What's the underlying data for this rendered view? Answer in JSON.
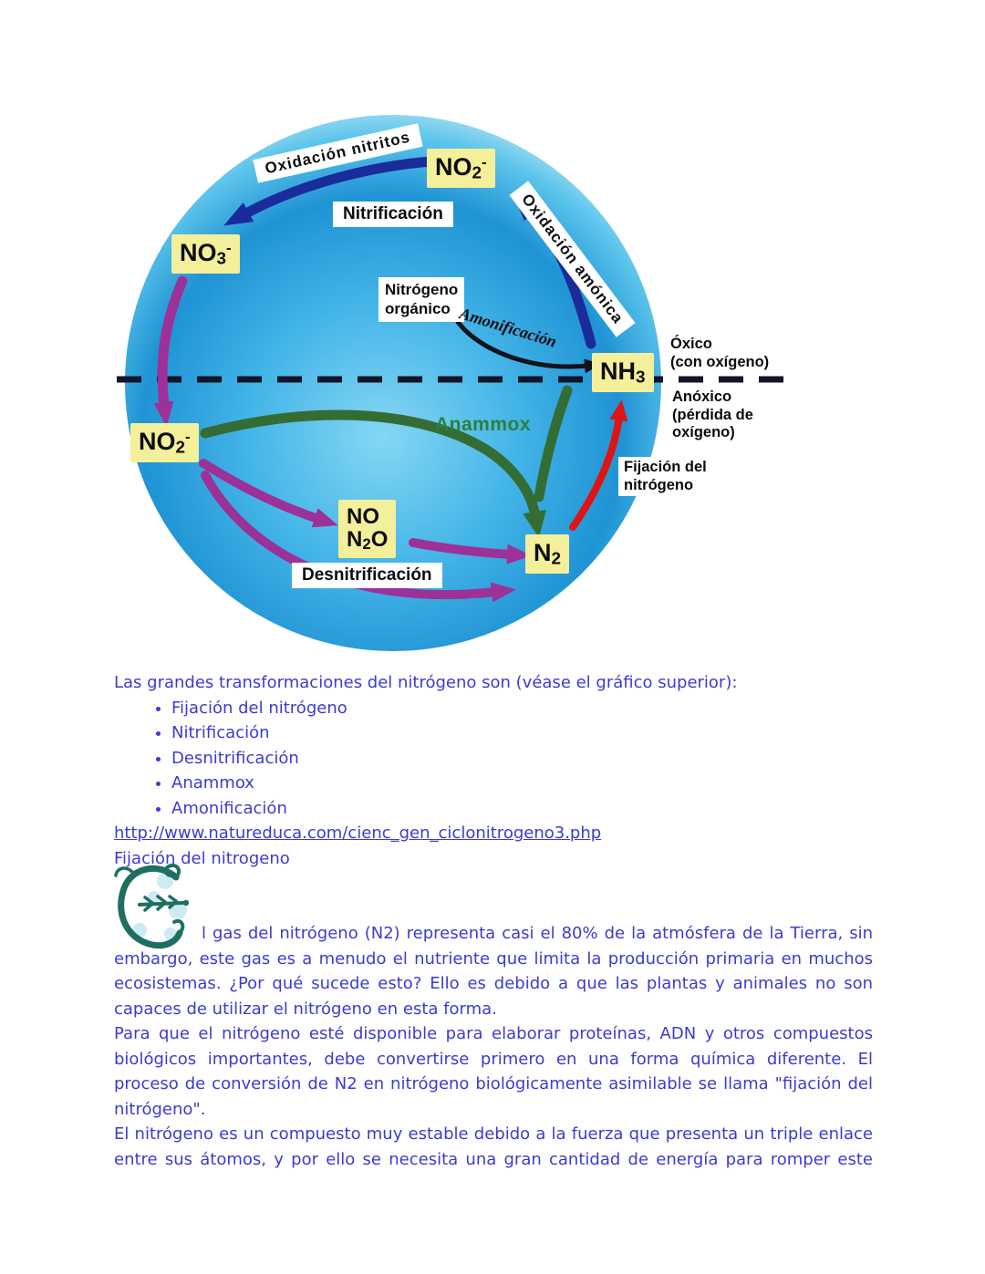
{
  "diagram": {
    "formulas": {
      "no2": {
        "base": "NO",
        "sub": "2",
        "sup": "-"
      },
      "no3": {
        "base": "NO",
        "sub": "3",
        "sup": "-"
      },
      "nh3": {
        "base": "NH",
        "sub": "3"
      },
      "no": {
        "base": "NO"
      },
      "n2o": {
        "base": "N",
        "sub": "2",
        "rest": "O"
      },
      "n2": {
        "base": "N",
        "sub": "2"
      }
    },
    "process_labels": {
      "oxidacion_nitritos": "Oxidación nitritos",
      "nitrificacion": "Nitrificación",
      "nitrogeno_organico_line1": "Nitrógeno",
      "nitrogeno_organico_line2": "orgánico",
      "amonificacion": "Amonificación",
      "oxidacion_amonica": "Oxidación amónica",
      "anammox": "Anammox",
      "desnitrificacion": "Desnitrificación"
    },
    "side_labels": {
      "oxico_line1": "Óxico",
      "oxico_line2": "(con oxígeno)",
      "anoxico_line1": "Anóxico",
      "anoxico_line2": "(pérdida de",
      "anoxico_line3": "oxígeno)",
      "fijacion_line1": "Fijación del",
      "fijacion_line2": "nitrógeno"
    },
    "colors": {
      "accent_text": "#3b3bd2",
      "arrow_navy": "#1a2b9a",
      "arrow_purple": "#9c3198",
      "arrow_green": "#346d34",
      "arrow_red": "#df1414",
      "arrow_black": "#121218",
      "dash_line": "#141428",
      "yellow_box": "#f4ef9b",
      "anammox_green": "#2e7f3e",
      "dropcap_teal": "#1e6e63"
    }
  },
  "content": {
    "intro": "Las grandes transformaciones del nitrógeno son (véase el gráfico superior):",
    "bullets": [
      "Fijación del nitrógeno",
      "Nitrificación",
      "Desnitrificación",
      "Anammox",
      "Amonificación"
    ],
    "link_text": "http://www.natureduca.com/cienc_gen_ciclonitrogeno3.php",
    "subheading": "Fijación del nitrogeno",
    "para1": "l gas del nitrógeno (N2) representa casi el 80% de la atmósfera de la Tierra, sin embargo, este gas es a menudo el nutriente que limita la producción primaria en muchos ecosistemas. ¿Por qué sucede esto? Ello es debido a que las plantas y animales no son capaces de utilizar el nitrógeno en esta forma.",
    "para2": "Para que el nitrógeno esté disponible para elaborar proteínas, ADN y otros compuestos biológicos importantes, debe convertirse primero en una forma química diferente. El proceso de conversión de N2 en nitrógeno biológicamente asimilable se llama \"fijación del nitrógeno\".",
    "para3": "El nitrógeno es un compuesto muy estable debido a la fuerza que presenta un triple enlace entre sus átomos, y por ello se necesita una gran cantidad de energía para romper este"
  }
}
